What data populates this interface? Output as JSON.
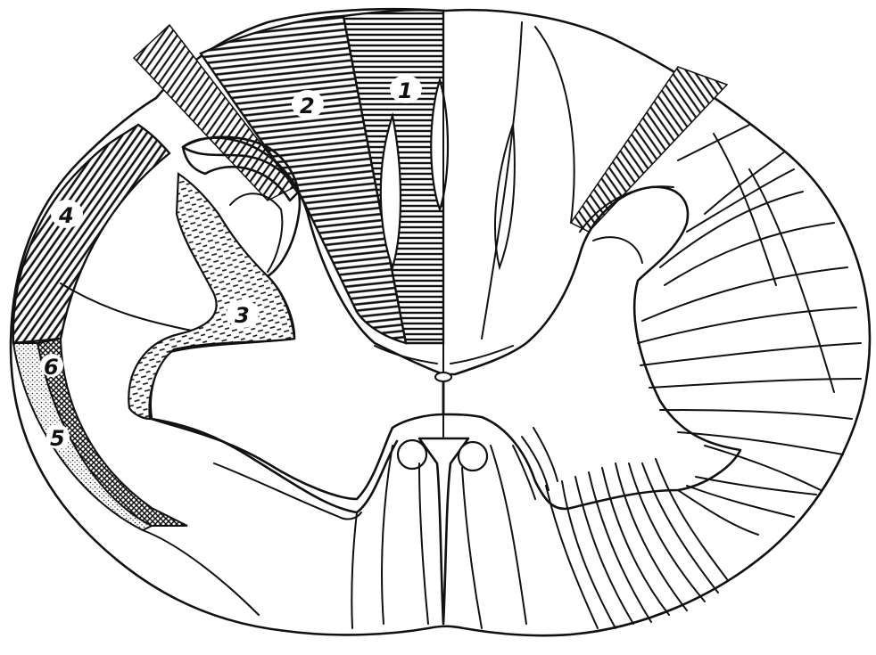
{
  "diagram": {
    "labels": {
      "tract1": "1",
      "tract2": "2",
      "tract3": "3",
      "tract4": "4",
      "tract5": "5",
      "tract6": "6"
    },
    "colors": {
      "ink": "#111111",
      "background": "#ffffff"
    }
  }
}
